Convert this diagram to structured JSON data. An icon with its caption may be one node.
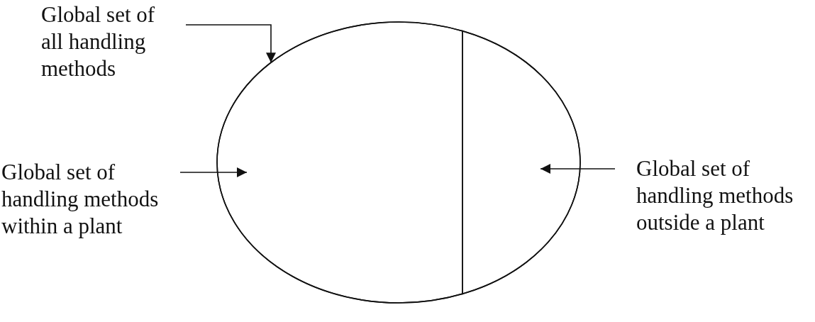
{
  "diagram": {
    "nodes": [
      {
        "text": [
          "Global set of all handling methods"
        ]
      },
      {
        "text": [],
        "shape": "ellipse"
      },
      {
        "text": [
          "Global set of handling methods within a plant"
        ]
      },
      {
        "text": [],
        "shape": "segment",
        "in": 1
      },
      {
        "text": [
          "Global set of handling methods outside a plant"
        ]
      },
      {
        "text": [],
        "shape": "segment",
        "in": 1
      }
    ],
    "edges": [
      {
        "from": 0,
        "to": 1,
        "arrow": "to"
      },
      {
        "from": 2,
        "to": 3,
        "arrow": "to"
      },
      {
        "from": 4,
        "to": 5,
        "arrow": "to"
      }
    ]
  }
}
